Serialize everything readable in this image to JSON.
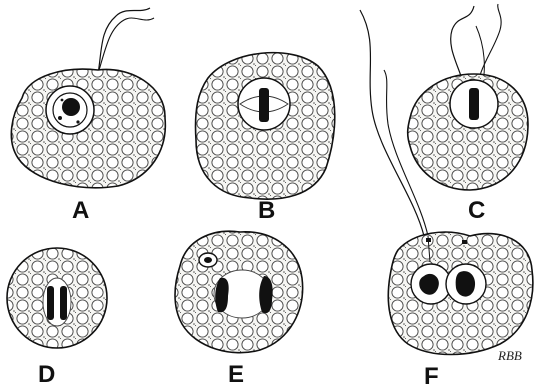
{
  "panels": [
    {
      "id": "A",
      "label": "A"
    },
    {
      "id": "B",
      "label": "B"
    },
    {
      "id": "C",
      "label": "C"
    },
    {
      "id": "D",
      "label": "D"
    },
    {
      "id": "E",
      "label": "E"
    },
    {
      "id": "F",
      "label": "F"
    }
  ],
  "signature": "RBB",
  "colors": {
    "ink": "#111111",
    "paper": "#ffffff",
    "cell_fill": "#f4f4f1"
  }
}
